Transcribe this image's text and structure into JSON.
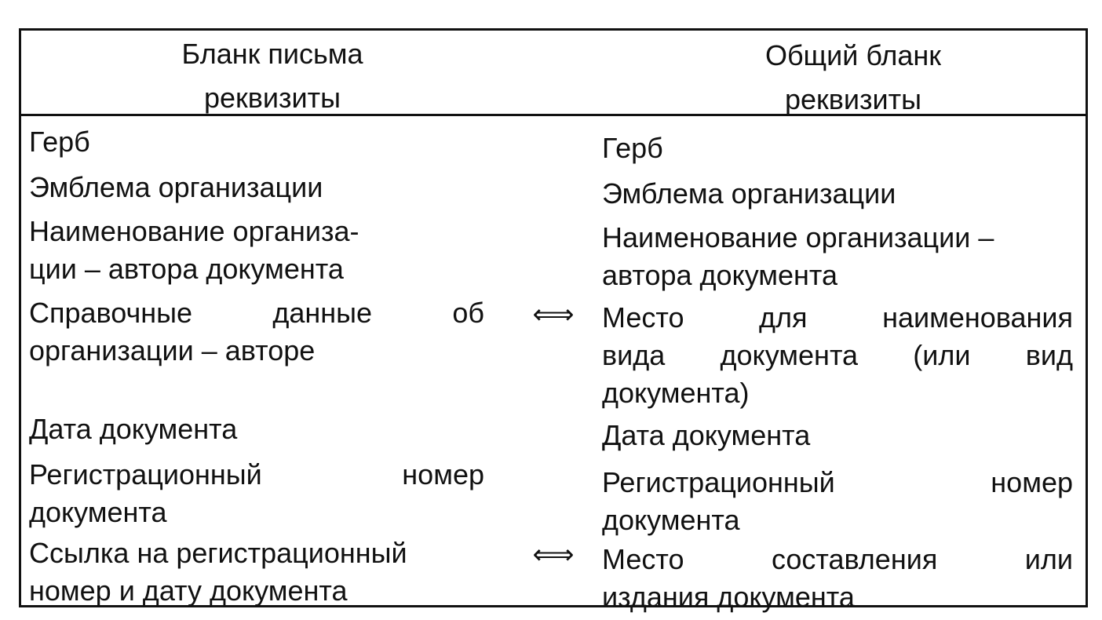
{
  "header": {
    "left": [
      "Бланк письма",
      "реквизиты"
    ],
    "right": [
      "Общий бланк",
      "реквизиты"
    ]
  },
  "left_items": [
    {
      "lines": [
        "Герб"
      ]
    },
    {
      "lines": [
        "Эмблема организации"
      ]
    },
    {
      "lines": [
        "Наименование организа-",
        "ции – автора документа"
      ]
    },
    {
      "lines": [
        "Справочные данные об",
        "организации – авторе"
      ],
      "justify_words": [
        "Справочные",
        "данные",
        "об"
      ]
    },
    {
      "lines": [
        "Дата документа"
      ]
    },
    {
      "lines": [
        "Регистрационный номер",
        "документа"
      ],
      "justify_words": [
        "Регистрационный",
        "номер"
      ]
    },
    {
      "lines": [
        "Ссылка на регистрационный",
        "номер и дату документа"
      ]
    }
  ],
  "right_items": [
    {
      "lines": [
        "Герб"
      ]
    },
    {
      "lines": [
        "Эмблема организации"
      ]
    },
    {
      "lines": [
        "Наименование организации –",
        "автора документа"
      ]
    },
    {
      "lines": [
        "Место для наименования",
        "вида документа (или вид",
        "документа)"
      ]
    },
    {
      "lines": [
        "Дата документа"
      ]
    },
    {
      "lines": [
        "Регистрационный номер",
        "документа"
      ]
    },
    {
      "lines": [
        "Место составления или",
        "издания документа"
      ]
    }
  ],
  "arrows": [
    "⇐⇒",
    "⇐⇒"
  ]
}
